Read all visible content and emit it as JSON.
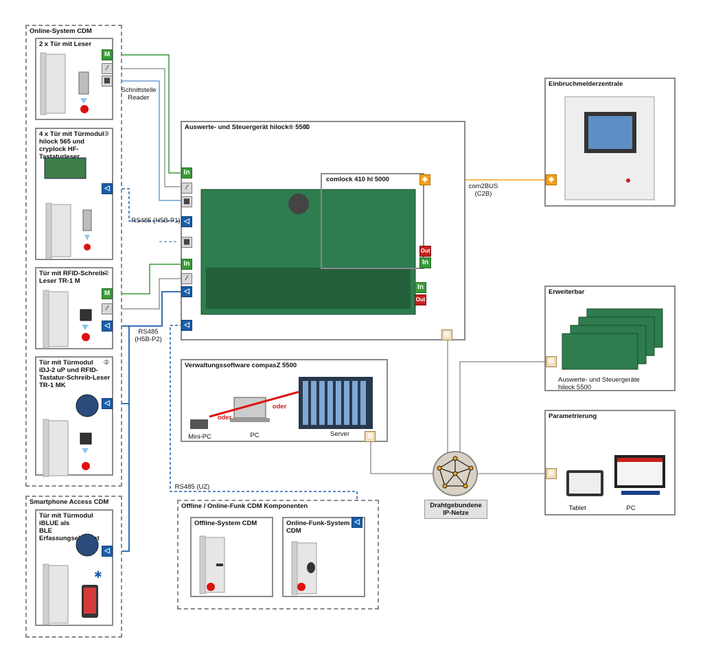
{
  "online_system": {
    "title": "Online-System CDM",
    "door_reader": {
      "title": "2 x Tür mit Leser",
      "note": "Schnittstelle\nReader"
    },
    "door_module_4x": {
      "title": "4 x Tür mit Türmodul\nhilock 565 und\ncryplock HF-Tastaturleser",
      "badge": "③"
    },
    "door_rfid": {
      "title": "Tür mit RFID-Schreib-\nLeser TR-1 M",
      "badge": "②"
    },
    "door_idj": {
      "title": "Tür mit Türmodul\niDJ-2 uP und RFID-\nTastatur-Schreib-Leser\nTR-1 MK",
      "badge": "②"
    }
  },
  "smartphone": {
    "title": "Smartphone Access CDM",
    "door_iblue": {
      "title": "Tür mit Türmodul iBLUE als\nBLE Erfassungselement"
    }
  },
  "controller": {
    "title": "Auswerte- und Steuergerät hilock® 5500",
    "badge": "①",
    "comlock": "comlock 410 hl 5000",
    "ports": {
      "in": "In",
      "out": "Out"
    }
  },
  "bus_labels": {
    "rs485_p1": "RS485 (H5B-P1)",
    "rs485_p2": "RS485\n(H5B-P2)",
    "rs485_uz": "RS485 (UZ)",
    "com2bus": "com2BUS\n(C2B)"
  },
  "alarm_panel": {
    "title": "Einbruchmelderzentrale"
  },
  "expandable": {
    "title": "Erweiterbar",
    "caption": "Auswerte- und Steuergeräte\nhilock 5500"
  },
  "software": {
    "title": "Verwaltungssoftware compasZ 5500",
    "minipc": "Mini-PC",
    "pc": "PC",
    "server": "Server",
    "or": "oder"
  },
  "parametrierung": {
    "title": "Parametrierung",
    "tablet": "Tablet",
    "pc": "PC"
  },
  "network": {
    "label": "Drahtgebundene\nIP-Netze"
  },
  "offline_group": {
    "title": "Offline / Online-Funk CDM Komponenten",
    "offline": {
      "title": "Offline-System CDM"
    },
    "funk": {
      "title": "Online-Funk-System\nCDM"
    }
  },
  "colors": {
    "green": "#3a9a3a",
    "blue": "#1b5fa8",
    "orange": "#f3a21b",
    "gray": "#8a8a8a",
    "red": "#c8201e"
  }
}
